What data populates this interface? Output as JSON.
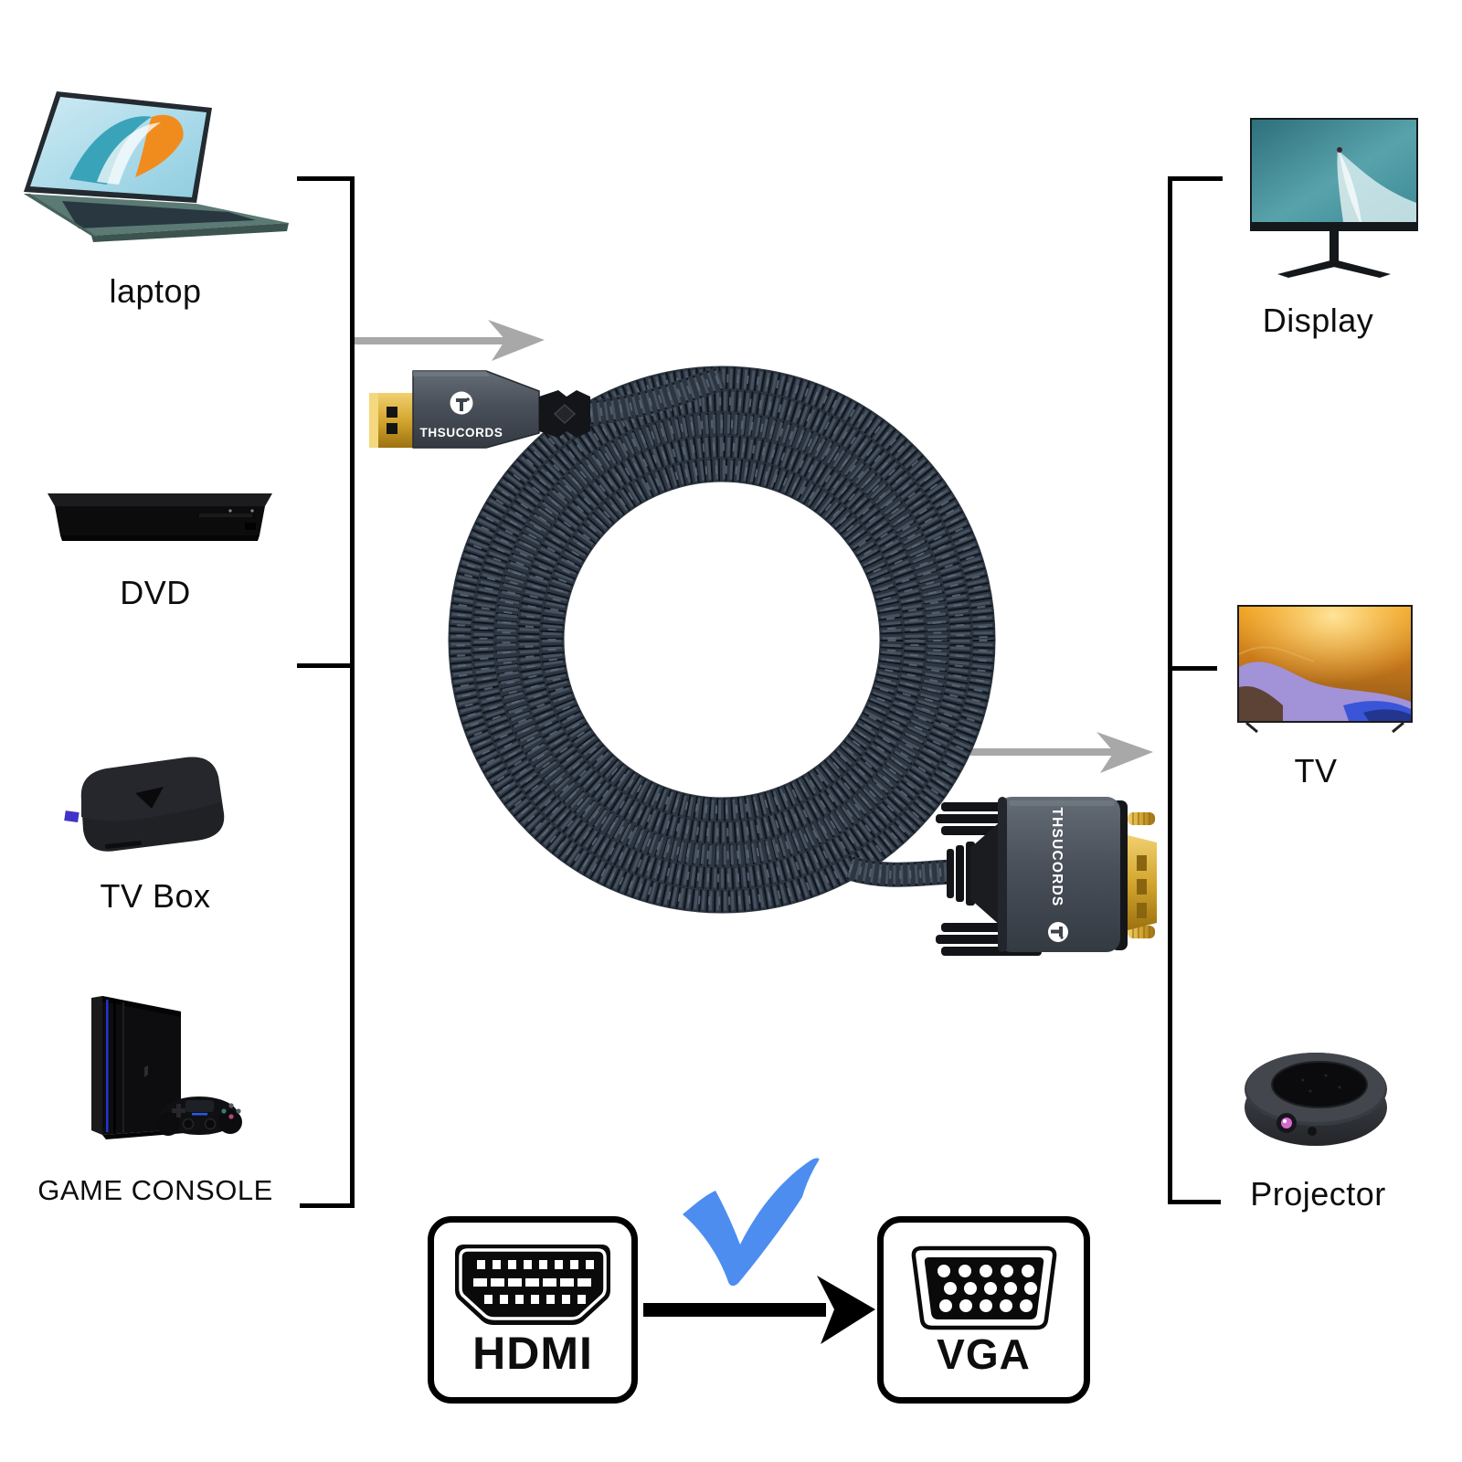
{
  "brand": "THSUCORDS",
  "source_devices": [
    {
      "label": "laptop"
    },
    {
      "label": "DVD"
    },
    {
      "label": "TV Box"
    },
    {
      "label": "GAME CONSOLE"
    }
  ],
  "output_devices": [
    {
      "label": "Display"
    },
    {
      "label": "TV"
    },
    {
      "label": "Projector"
    }
  ],
  "adapter": {
    "from_label": "HDMI",
    "to_label": "VGA"
  },
  "colors": {
    "checkmark_blue": "#4d8df0",
    "arrow_gray": "#a8a8a8",
    "cable_braid_dark": "#2c3540",
    "cable_braid_light": "#46525f",
    "connector_housing": "#4a525b",
    "connector_gold": "#d9b54a",
    "bracket_black": "#000000"
  }
}
